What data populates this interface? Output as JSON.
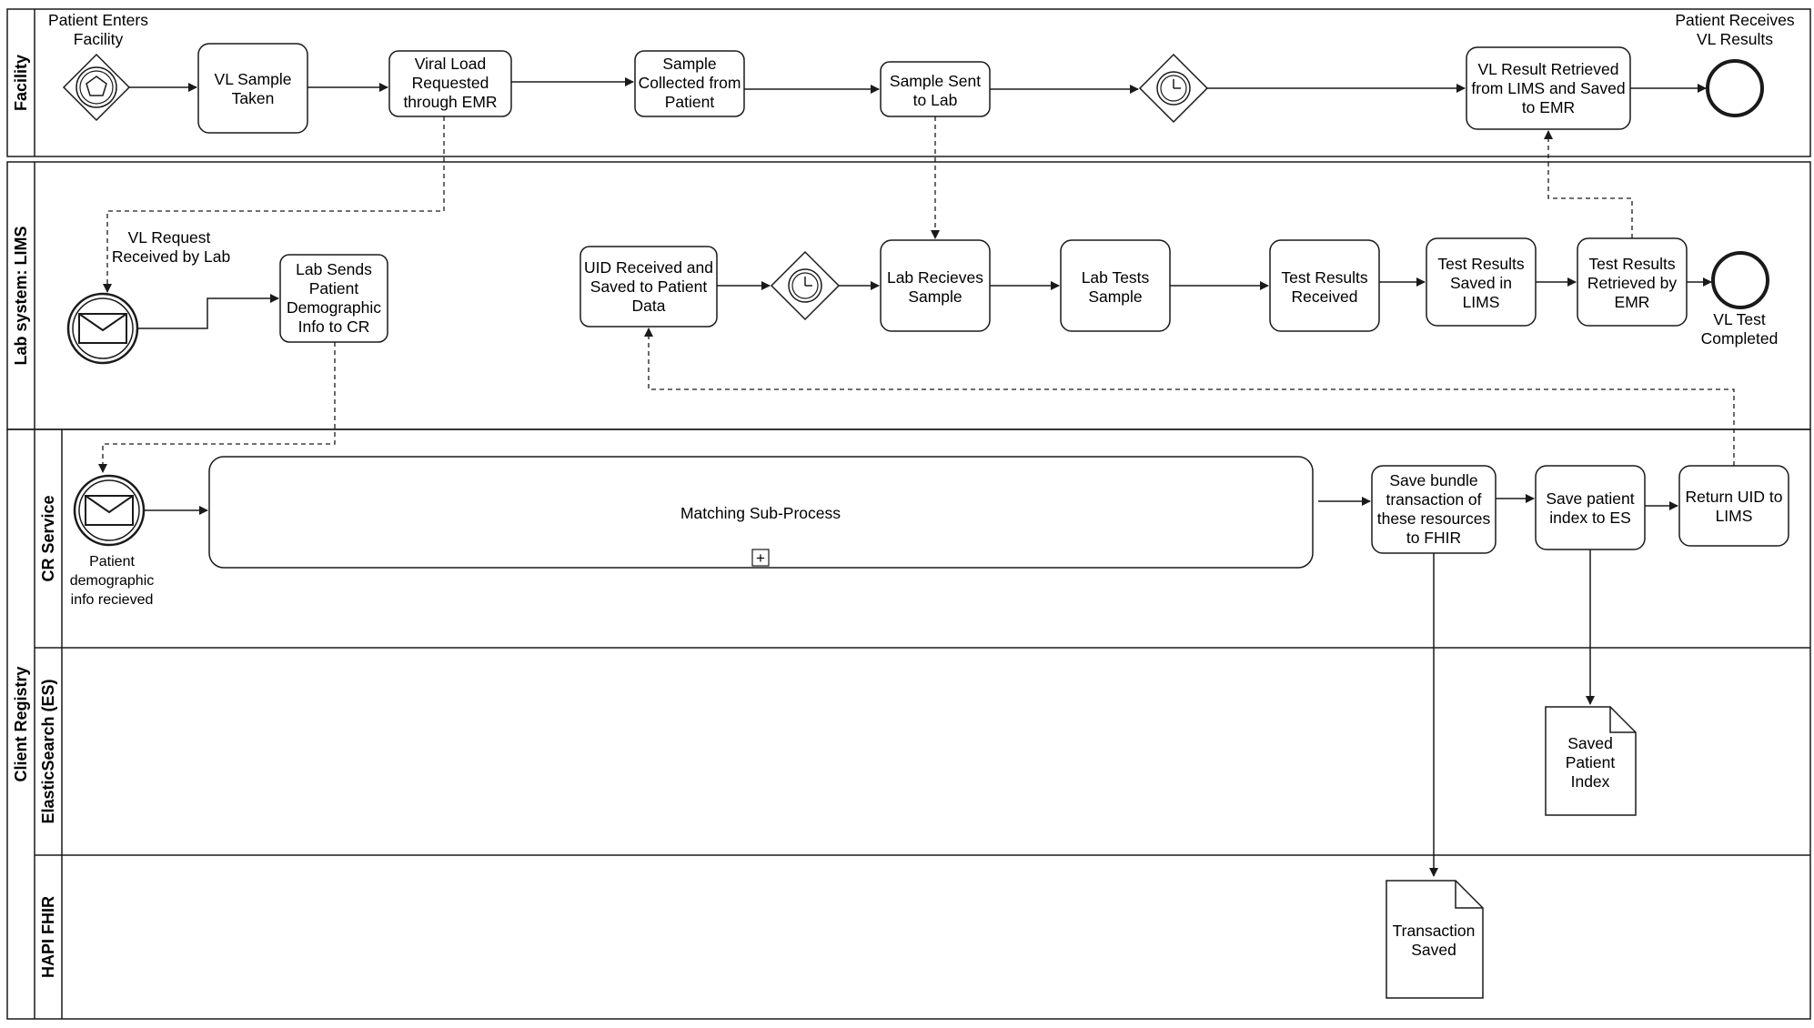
{
  "pools": {
    "facility": "Facility",
    "lims": "Lab system: LIMS",
    "client_registry": "Client Registry"
  },
  "lanes": {
    "cr_service": "CR Service",
    "elasticsearch": "ElasticSearch (ES)",
    "hapi_fhir": "HAPI FHIR"
  },
  "events": {
    "patient_enters": [
      "Patient Enters",
      "Facility"
    ],
    "patient_receives": [
      "Patient Receives",
      "VL Results"
    ],
    "vl_request_received": [
      "VL Request",
      "Received by Lab"
    ],
    "vl_test_completed": [
      "VL Test",
      "Completed"
    ],
    "patient_demo_received": [
      "Patient",
      "demographic",
      "info recieved"
    ]
  },
  "tasks": {
    "vl_sample_taken": [
      "VL Sample",
      "Taken"
    ],
    "viral_load_requested": [
      "Viral Load",
      "Requested",
      "through EMR"
    ],
    "sample_collected": [
      "Sample",
      "Collected from",
      "Patient"
    ],
    "sample_sent": [
      "Sample Sent",
      "to Lab"
    ],
    "vl_result_retrieved": [
      "VL Result Retrieved",
      "from LIMS and Saved",
      "to EMR"
    ],
    "lab_sends_demo": [
      "Lab Sends",
      "Patient",
      "Demographic",
      "Info to CR"
    ],
    "uid_received": [
      "UID Received and",
      "Saved to Patient",
      "Data"
    ],
    "lab_receives_sample": [
      "Lab Recieves",
      "Sample"
    ],
    "lab_tests_sample": [
      "Lab Tests",
      "Sample"
    ],
    "test_results_received": [
      "Test Results",
      "Received"
    ],
    "test_results_saved": [
      "Test Results",
      "Saved in",
      "LIMS"
    ],
    "test_results_retrieved": [
      "Test Results",
      "Retrieved by",
      "EMR"
    ],
    "save_bundle": [
      "Save bundle",
      "transaction of",
      "these resources",
      "to FHIR"
    ],
    "save_patient_index": [
      "Save patient",
      "index to ES"
    ],
    "return_uid": [
      "Return UID to",
      "LIMS"
    ]
  },
  "subprocess": {
    "matching": "Matching Sub-Process",
    "expand_marker": "+"
  },
  "documents": {
    "saved_patient_index": [
      "Saved",
      "Patient",
      "Index"
    ],
    "transaction_saved": [
      "Transaction",
      "Saved"
    ]
  },
  "colors": {
    "stroke": "#1a1a1a",
    "fill": "#ffffff",
    "text": "#000000"
  },
  "icons": {
    "start": "pentagon-start-icon",
    "timer": "clock-icon",
    "message": "envelope-icon"
  }
}
